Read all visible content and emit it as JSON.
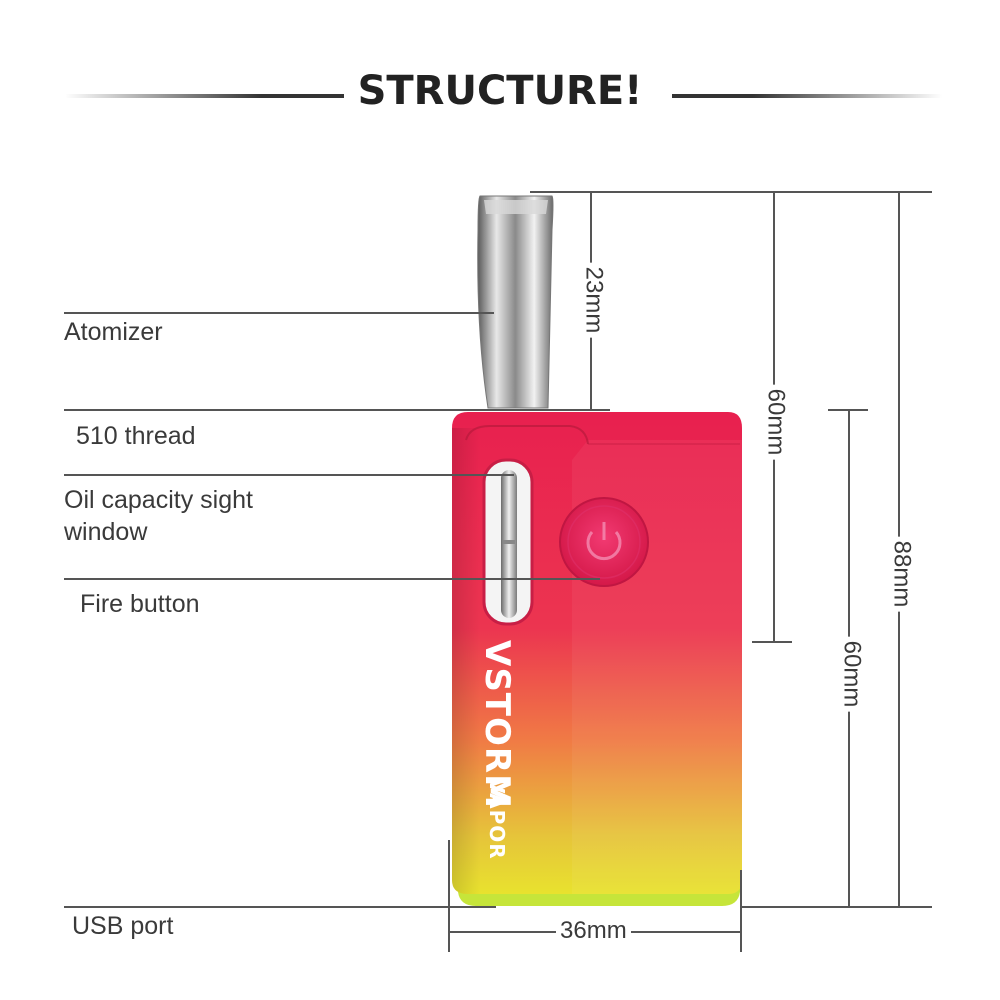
{
  "title": "STRUCTURE!",
  "labels": {
    "atomizer": "Atomizer",
    "thread": "510 thread",
    "sight_window_line1": "Oil capacity sight",
    "sight_window_line2": "window",
    "fire_button": "Fire button",
    "usb_port": "USB port"
  },
  "dimensions": {
    "atomizer_height": "23mm",
    "upper_60": "60mm",
    "lower_60": "60mm",
    "total_height": "88mm",
    "width": "36mm"
  },
  "brand": {
    "name": "VSTORM",
    "sub": "VAPOR"
  },
  "colors": {
    "body_top": "#e8244f",
    "body_mid": "#f06a3c",
    "body_bottom": "#e8e030",
    "usb_base": "#c8e83a",
    "metal": "#9a9a9a"
  }
}
